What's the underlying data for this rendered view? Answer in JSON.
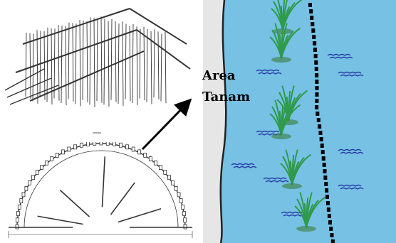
{
  "label": {
    "line1": "Area",
    "line2": "Tanam"
  },
  "colors": {
    "water": "#76c1e4",
    "bank": "#e6e6e6",
    "fence": "#000000",
    "plant": "#2f9a4b",
    "wave": "#2a3fa8",
    "sketch": "#333333"
  },
  "icons": {
    "top": "cylindrical-bamboo-fence-sketch",
    "bottom": "semicircle-bamboo-fence-plan",
    "right": "riverbank-planting-area-illustration"
  }
}
